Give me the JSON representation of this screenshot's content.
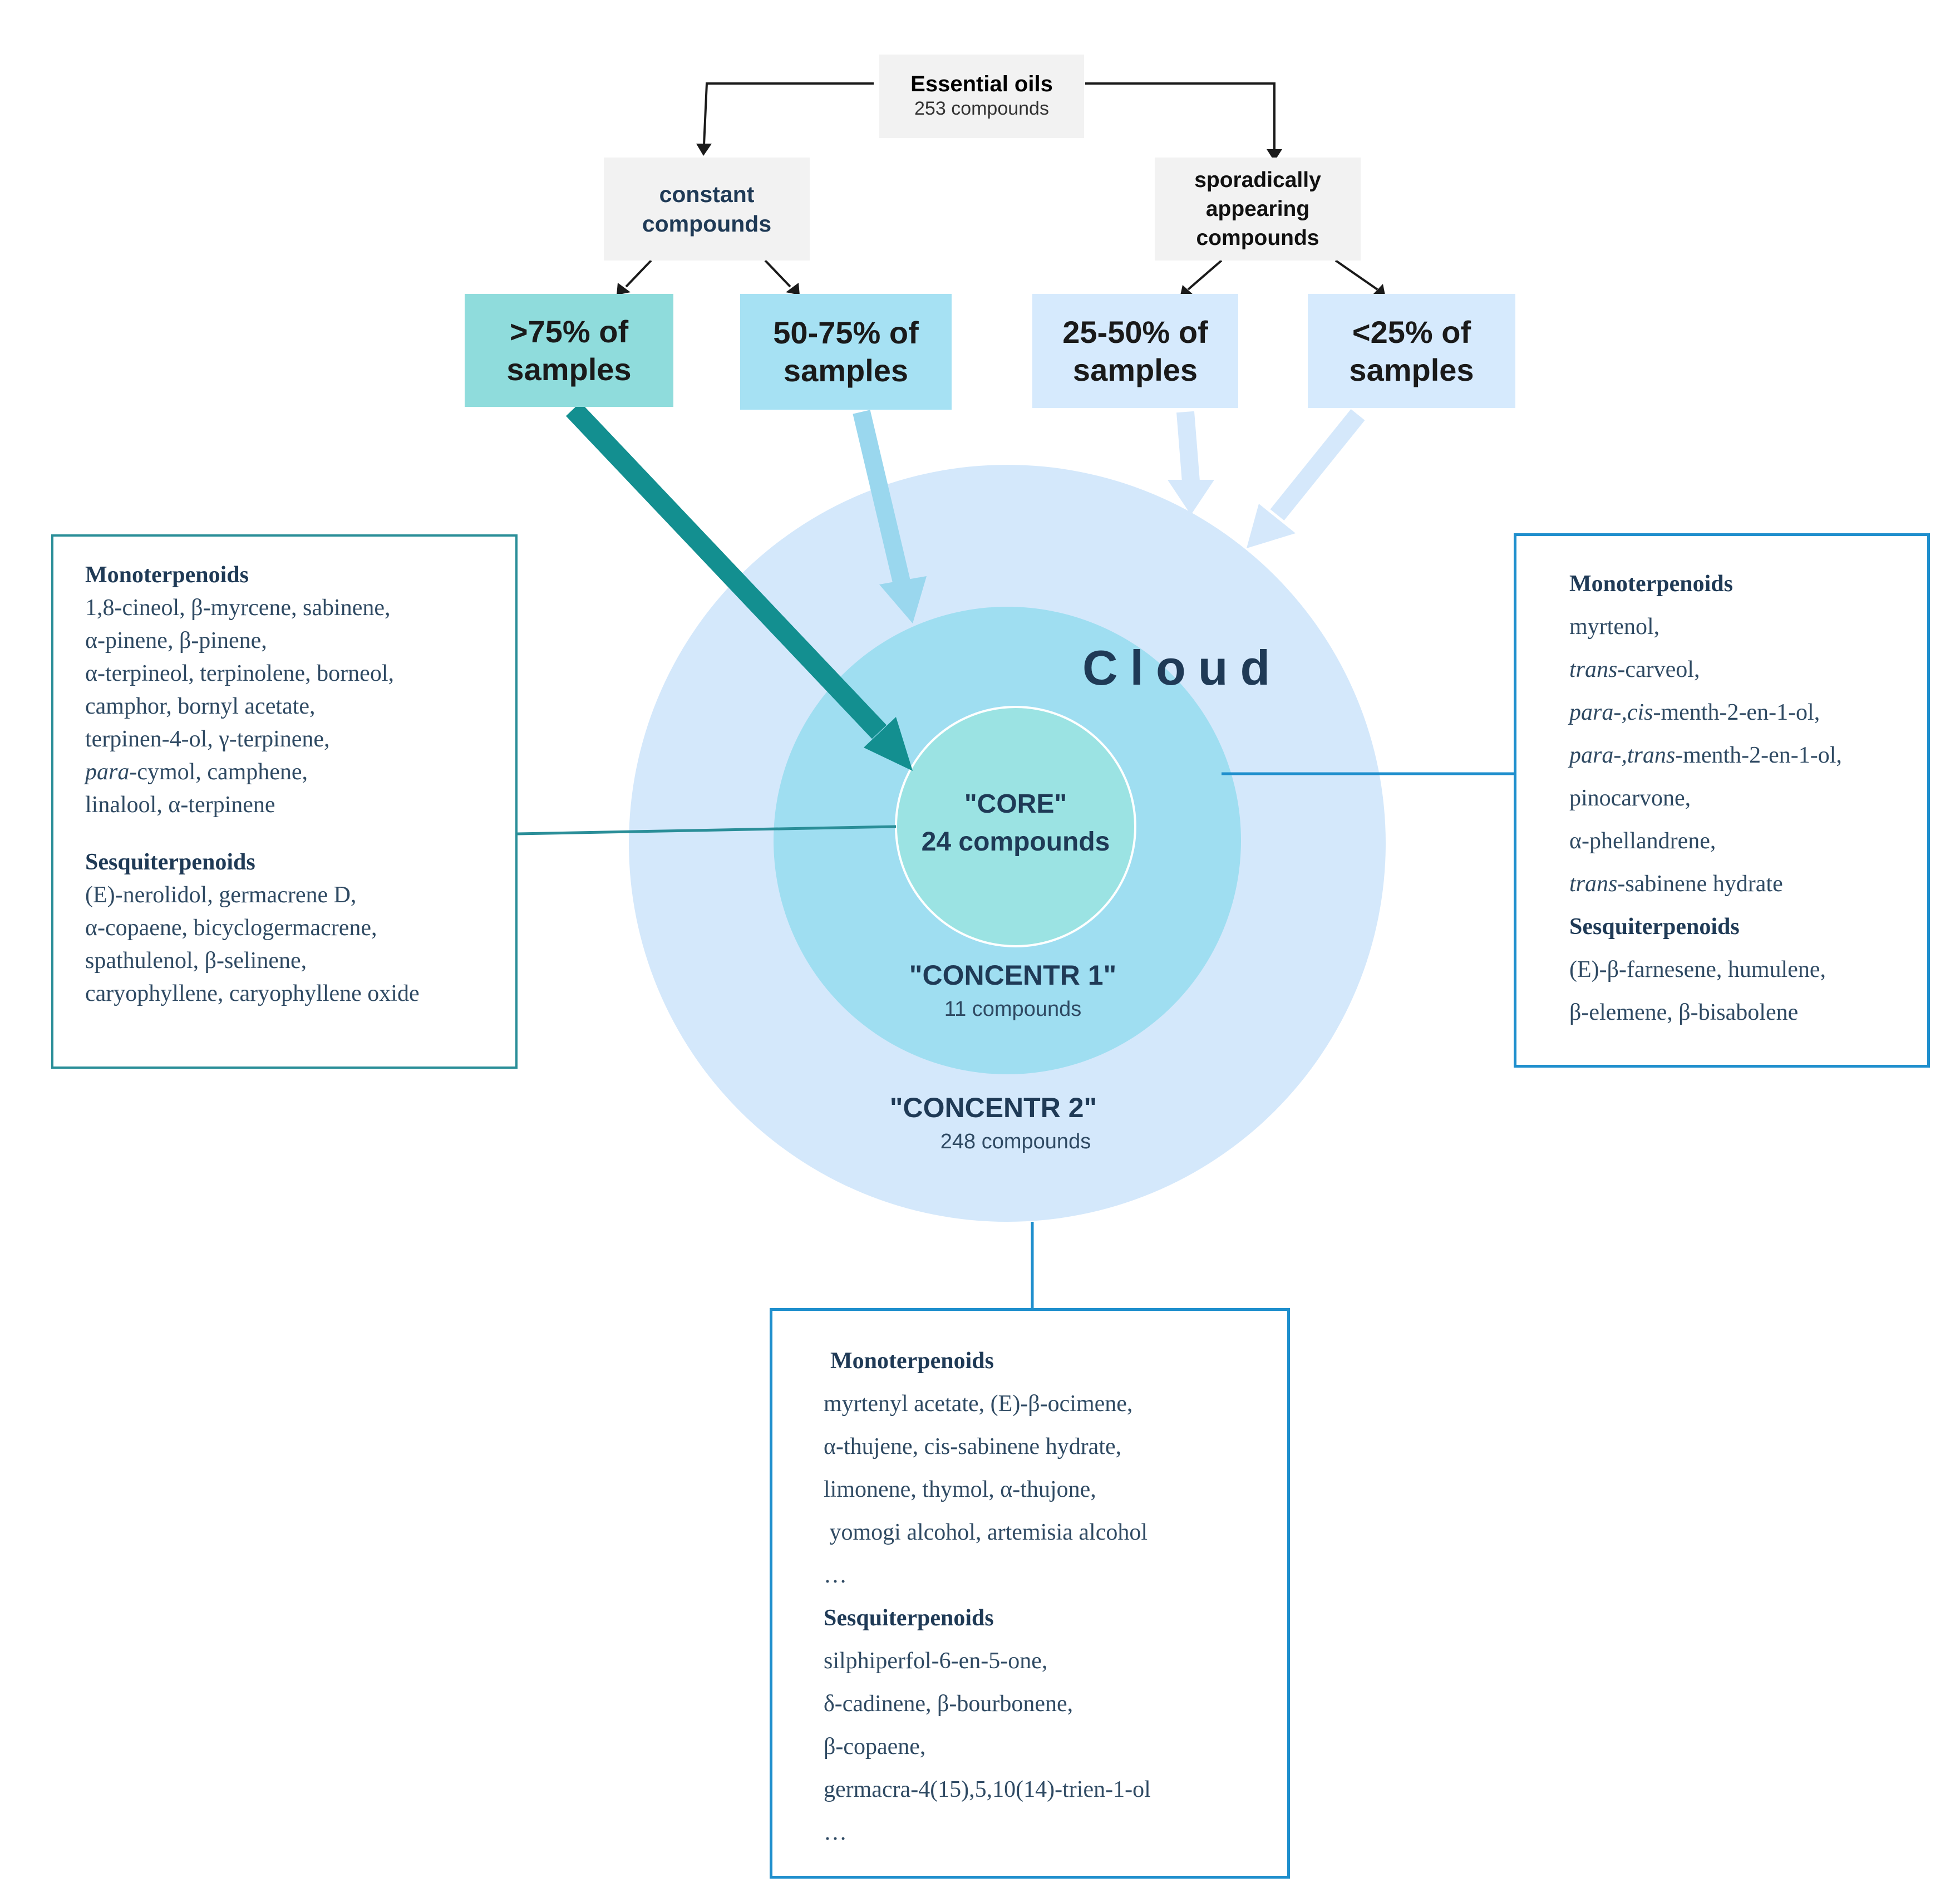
{
  "colors": {
    "core": "#9be3e3",
    "concentr1": "#9fdef1",
    "cloud": "#d4e8fb",
    "cat_gt75": "#8fdcdc",
    "cat_50_75": "#a6e1f3",
    "cat_sporadic": "#d6eafd",
    "arrow_core": "#138f90",
    "arrow_c1": "#9ad7ee",
    "arrow_cloud": "#d5e8fb",
    "panel_border_dark": "#2a8e98",
    "panel_border_blue": "#1f8fcd",
    "heading": "#1f3a56",
    "body_text": "#2f4a63",
    "gray_box": "#f2f2f2"
  },
  "top": {
    "title": "Essential oils",
    "subtitle": "253 compounds"
  },
  "groups": {
    "constant": "constant compounds",
    "sporadic": "sporadically appearing compounds"
  },
  "categories": {
    "gt75": ">75% of samples",
    "c50_75": "50-75% of samples",
    "c25_50": "25-50% of samples",
    "lt25": "<25% of samples"
  },
  "rings": {
    "cloud_label": "Cloud",
    "core_title": "\"CORE\"",
    "core_count": "24 compounds",
    "c1_title": "\"CONCENTR 1\"",
    "c1_count": "11 compounds",
    "c2_title": "\"CONCENTR 2\"",
    "c2_count": "248 compounds"
  },
  "panels": {
    "left": {
      "mono_heading": "Monoterpenoids",
      "mono_lines": [
        "1,8-cineol, β-myrcene, sabinene,",
        "α-pinene, β-pinene,",
        "α-terpineol, terpinolene, borneol,",
        "camphor, bornyl acetate,",
        "terpinen-4-ol, γ-terpinene,",
        "para-cymol, camphene,",
        "linalool, α-terpinene"
      ],
      "sesq_heading": "Sesquiterpenoids",
      "sesq_lines": [
        "(E)-nerolidol, germacrene D,",
        "α-copaene, bicyclogermacrene,",
        "spathulenol, β-selinene,",
        "caryophyllene, caryophyllene oxide"
      ]
    },
    "right": {
      "mono_heading": "Monoterpenoids",
      "mono_lines": [
        "myrtenol,",
        "trans-carveol,",
        "para-,cis-menth-2-en-1-ol,",
        "para-,trans-menth-2-en-1-ol,",
        "pinocarvone,",
        "α-phellandrene,",
        "trans-sabinene hydrate"
      ],
      "sesq_heading": "Sesquiterpenoids",
      "sesq_lines": [
        "(E)-β-farnesene,  humulene,",
        "β-elemene, β-bisabolene"
      ]
    },
    "bottom": {
      "mono_heading": "Monoterpenoids",
      "mono_lines": [
        "myrtenyl acetate,  (E)-β-ocimene,",
        "α-thujene, cis-sabinene hydrate,",
        "limonene, thymol, α-thujone,",
        " yomogi alcohol, artemisia alcohol",
        "…"
      ],
      "sesq_heading": "Sesquiterpenoids",
      "sesq_lines": [
        "silphiperfol-6-en-5-one,",
        "δ-cadinene, β-bourbonene,",
        "β-copaene,",
        "germacra-4(15),5,10(14)-trien-1-ol",
        "…"
      ]
    }
  }
}
